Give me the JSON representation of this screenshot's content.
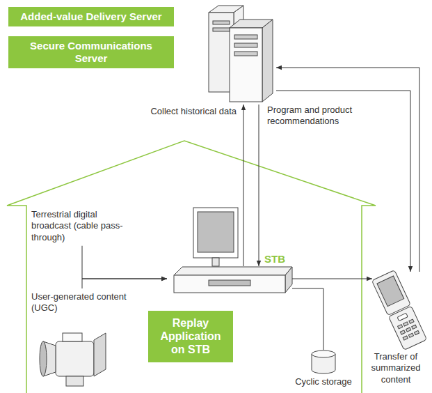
{
  "diagram": {
    "nodes": [
      {
        "text": [
          "Added-value Delivery Server",
          "Secure Communications Server"
        ]
      },
      {
        "text": [
          "Terrestrial digital broadcast (cable pass-through)"
        ]
      },
      {
        "text": [
          "STB",
          "Replay Application on STB"
        ]
      },
      {
        "text": [
          "User-generated content (UGC)"
        ]
      },
      {
        "text": [
          "Cyclic storage"
        ]
      },
      {
        "text": [
          "Transfer of summarized content"
        ]
      }
    ],
    "edges": [
      {
        "from": 2,
        "to": 0,
        "arrow": "to",
        "label": "Collect historical data"
      },
      {
        "from": 0,
        "to": 2,
        "arrow": "to",
        "label": "Program and product recommendations"
      },
      {
        "from": 2,
        "to": 5,
        "arrow": "to"
      },
      {
        "from": 5,
        "to": 0,
        "arrow": "to"
      },
      {
        "from": 0,
        "to": 5,
        "arrow": "to"
      },
      {
        "from": 2,
        "to": 4,
        "arrow": "none"
      },
      {
        "from": 1,
        "to": 2,
        "arrow": "to"
      },
      {
        "from": 3,
        "to": 2,
        "arrow": "to"
      }
    ]
  }
}
